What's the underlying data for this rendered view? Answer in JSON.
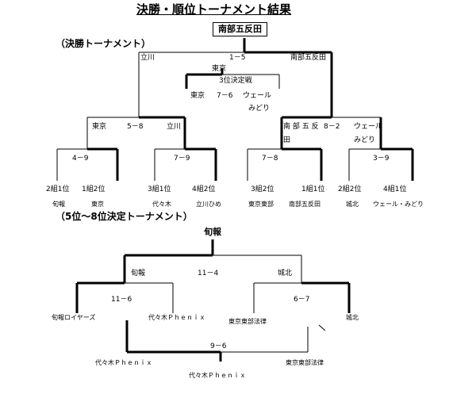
{
  "title": "決勝・順位トーナメント結果",
  "champion": "南部五反田",
  "final_section": "（決勝トーナメント）",
  "placement_section": "（5位～8位決定トーナメント）",
  "final": {
    "left_team": "立川",
    "score": "1－5",
    "right_team": "南部五反田",
    "third_winner": "東京",
    "third_caption": "3位決定戦",
    "third_left": "東京",
    "third_score": "7－6",
    "third_right": "ウェール",
    "third_right2": "みどり",
    "semi_left_winner": "東京",
    "semi_left_score": "5－8",
    "semi_left_right": "立川",
    "semi_right_left1": "南 部 五 反",
    "semi_right_left2": "田",
    "semi_right_score": "8－2",
    "semi_right_right1": "ウェール",
    "semi_right_right2": "みどり",
    "qf_scores": [
      "4－9",
      "7－9",
      "7－8",
      "3－9"
    ],
    "slot_labels": [
      "2組1位",
      "1組2位",
      "3組1位",
      "4組2位",
      "3組2位",
      "1組1位",
      "2組2位",
      "4組1位"
    ],
    "slot_teams": [
      "旬報",
      "東京",
      "代々木",
      "立川ひめ",
      "東京東部",
      "南部五反田",
      "城北",
      "ウェール・みどり"
    ]
  },
  "placement": {
    "winner": "旬報",
    "left_label": "旬報",
    "final_score": "11－4",
    "right_label": "城北",
    "left_semi_score": "11－6",
    "right_semi_score": "6－7",
    "teams": [
      "旬報ロイヤーズ",
      "代々木Ｐｈｅｎｉｘ",
      "東京東部法律",
      "城北"
    ],
    "seventh_score": "9－6",
    "seventh_left": "代々木Ｐｈｅｎｉｘ",
    "seventh_right": "東京東部法律",
    "seventh_winner": "代々木Ｐｈｅｎｉｘ"
  }
}
